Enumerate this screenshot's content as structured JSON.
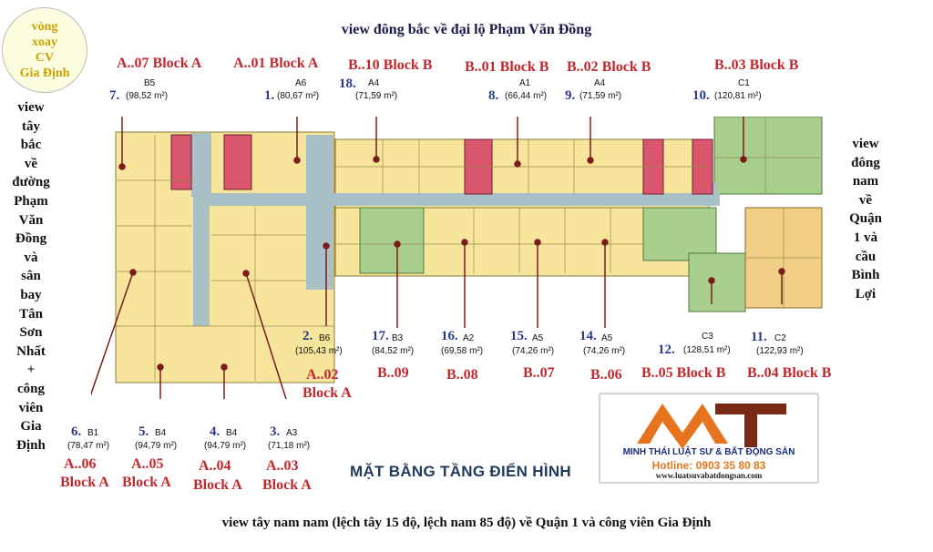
{
  "circle_lines": [
    "vòng",
    "xoay",
    "CV",
    "Gia Định"
  ],
  "top_title": "view đông bắc về đại lộ Phạm Văn Đồng",
  "bottom_title": "view tây nam nam (lệch tây 15 độ, lệch nam 85 độ) về Quận 1 và công viên Gia Định",
  "left_view": [
    "view",
    "tây",
    "bắc",
    "về",
    "đường",
    "Phạm",
    "Văn",
    "Đồng",
    "và",
    "sân",
    "bay",
    "Tân",
    "Sơn",
    "Nhất",
    "+",
    "công",
    "viên",
    "Gia",
    "Định"
  ],
  "right_view": [
    "view",
    "đông",
    "nam",
    "về",
    "Quận",
    "1 và",
    "cầu",
    "Bình",
    "Lợi"
  ],
  "top_labels": [
    {
      "text": "A..07 Block A"
    },
    {
      "text": "A..01 Block A"
    },
    {
      "text": "B..10 Block B"
    },
    {
      "text": "B..01 Block B"
    },
    {
      "text": "B..02 Block B"
    },
    {
      "text": "B..03 Block B"
    }
  ],
  "top_units": [
    {
      "num": "7.",
      "code": "B5",
      "area": "(98,52 m²)"
    },
    {
      "num": "1.",
      "code": "A6",
      "area": "(80,67 m²)"
    },
    {
      "num": "18.",
      "code": "A4",
      "area": "(71,59 m²)"
    },
    {
      "num": "8.",
      "code": "A1",
      "area": "(66,44 m²)"
    },
    {
      "num": "9.",
      "code": "A4",
      "area": "(71,59 m²)"
    },
    {
      "num": "10.",
      "code": "C1",
      "area": "(120,81 m²)"
    }
  ],
  "mid_units": [
    {
      "num": "2.",
      "code": "B6",
      "area": "(105,43 m²)"
    },
    {
      "num": "17.",
      "code": "B3",
      "area": "(84,52 m²)"
    },
    {
      "num": "16.",
      "code": "A2",
      "area": "(69,58 m²)"
    },
    {
      "num": "15.",
      "code": "A5",
      "area": "(74,26 m²)"
    },
    {
      "num": "14.",
      "code": "A5",
      "area": "(74,26 m²)"
    },
    {
      "num": "12.",
      "code": "C3",
      "area": "(128,51 m²)"
    },
    {
      "num": "11.",
      "code": "C2",
      "area": "(122,93 m²)"
    }
  ],
  "mid_labels": [
    {
      "text": "A..02"
    },
    {
      "text": "Block A"
    },
    {
      "text": "B..09"
    },
    {
      "text": "B..08"
    },
    {
      "text": "B..07"
    },
    {
      "text": "B..06"
    },
    {
      "text": "B..05 Block B"
    },
    {
      "text": "B..04 Block B"
    }
  ],
  "bottom_units": [
    {
      "num": "6.",
      "code": "B1",
      "area": "(78,47 m²)"
    },
    {
      "num": "5.",
      "code": "B4",
      "area": "(94,79 m²)"
    },
    {
      "num": "4.",
      "code": "B4",
      "area": "(94,79 m²)"
    },
    {
      "num": "3.",
      "code": "A3",
      "area": "(71,18 m²)"
    }
  ],
  "bottom_labels": [
    {
      "text": "A..06"
    },
    {
      "text": "Block A"
    },
    {
      "text": "A..05"
    },
    {
      "text": "Block A"
    },
    {
      "text": "A..04"
    },
    {
      "text": "Block A"
    },
    {
      "text": "A..03"
    },
    {
      "text": "Block A"
    }
  ],
  "floor_title": "MẶT BẰNG TẦNG ĐIỂN HÌNH",
  "logo": {
    "letters": "MT",
    "name": "MINH THÁI LUẬT SƯ & BẤT ĐỘNG SẢN",
    "hotline": "Hotline: 0903 35 80 83",
    "website": "www.luatsuvabatdongsan.com"
  },
  "colors": {
    "yellow_unit": "#f6e59a",
    "green_unit": "#a9cf8e",
    "orange_unit": "#f2cf86",
    "stair_red": "#d9566c",
    "corridor": "#a9c0c7",
    "label_red": "#c0282e",
    "num_blue": "#2b3a8c"
  }
}
